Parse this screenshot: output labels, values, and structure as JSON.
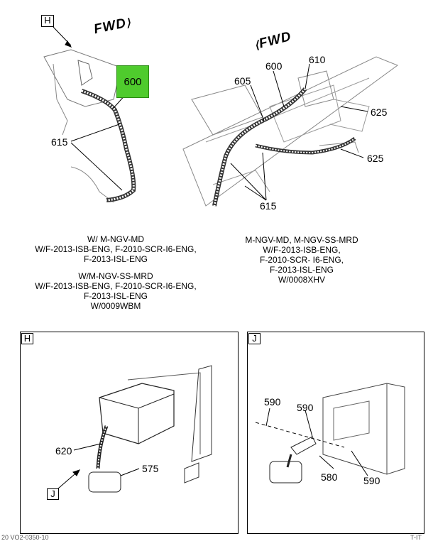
{
  "top": {
    "left_view": {
      "ref_letter": "H",
      "fwd_label": "FWD",
      "callouts": {
        "c600": "600",
        "c615": "615"
      },
      "note_lines": [
        "W/ M-NGV-MD",
        "W/F-2013-ISB-ENG, F-2010-SCR-I6-ENG,",
        "F-2013-ISL-ENG",
        "",
        "W/M-NGV-SS-MRD",
        "W/F-2013-ISB-ENG, F-2010-SCR-I6-ENG,",
        "F-2013-ISL-ENG",
        "W/0009WBM"
      ]
    },
    "right_view": {
      "fwd_label": "FWD",
      "callouts": {
        "c600": "600",
        "c605": "605",
        "c610": "610",
        "c625a": "625",
        "c625b": "625",
        "c615": "615"
      },
      "note_lines": [
        "M-NGV-MD, M-NGV-SS-MRD",
        "W/F-2013-ISB-ENG,",
        "F-2010-SCR- I6-ENG,",
        "F-2013-ISL-ENG",
        "W/0008XHV"
      ]
    }
  },
  "detail_h": {
    "ref_letter": "H",
    "pointer_letter": "J",
    "callouts": {
      "c620": "620",
      "c575": "575"
    }
  },
  "detail_j": {
    "ref_letter": "J",
    "callouts": {
      "c590a": "590",
      "c590b": "590",
      "c590c": "590",
      "c580": "580"
    }
  },
  "footer": {
    "left": "20 VO2-0350-10",
    "right": "T-IT"
  },
  "colors": {
    "highlight": "#4fcb2d",
    "line": "#000000"
  }
}
